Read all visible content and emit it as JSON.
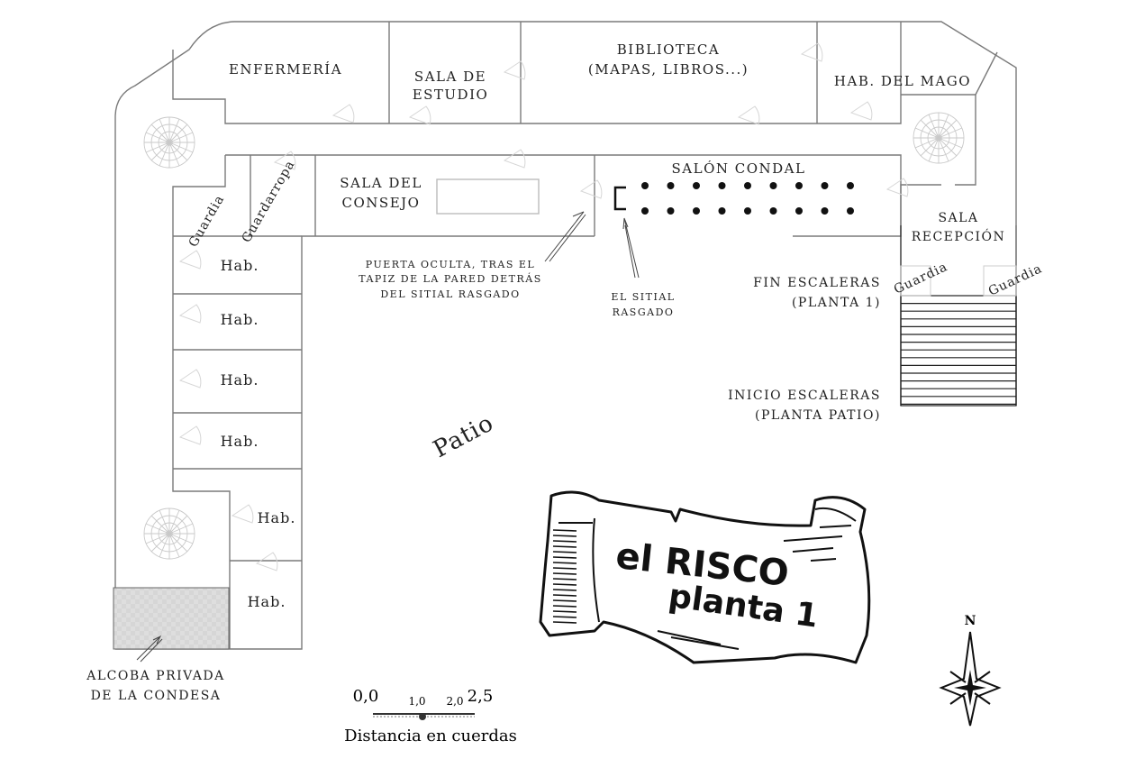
{
  "map": {
    "title_line1": "el RISCO",
    "title_line2": "planta 1",
    "rooms": {
      "enfermeria": "ENFERMERÍA",
      "sala_estudio_1": "SALA DE",
      "sala_estudio_2": "ESTUDIO",
      "biblioteca_1": "BIBLIOTECA",
      "biblioteca_2": "(MAPAS, LIBROS...)",
      "hab_mago": "HAB. DEL MAGO",
      "sala_consejo_1": "SALA DEL",
      "sala_consejo_2": "CONSEJO",
      "salon_condal": "SALÓN CONDAL",
      "sala_recepcion_1": "SALA",
      "sala_recepcion_2": "RECEPCIÓN",
      "guardia": "Guardia",
      "guardarropa": "Guardarropa",
      "hab": "Hab.",
      "patio": "Patio"
    },
    "annotations": {
      "puerta_oculta_1": "PUERTA OCULTA, TRAS EL",
      "puerta_oculta_2": "TAPIZ DE LA PARED DETRÁS",
      "puerta_oculta_3": "DEL SITIAL RASGADO",
      "sitial_1": "EL SITIAL",
      "sitial_2": "RASGADO",
      "fin_escaleras_1": "FIN ESCALERAS",
      "fin_escaleras_2": "(PLANTA 1)",
      "inicio_escaleras_1": "INICIO ESCALERAS",
      "inicio_escaleras_2": "(PLANTA PATIO)",
      "alcoba_1": "ALCOBA PRIVADA",
      "alcoba_2": "DE LA CONDESA"
    },
    "scale": {
      "tick_0": "0,0",
      "tick_1": "1,0",
      "tick_2": "2,0",
      "tick_3": "2,5",
      "caption": "Distancia en cuerdas"
    },
    "compass": {
      "north_label": "N",
      "icon": "compass-rose-icon"
    },
    "colors": {
      "wall": "#7a7a7a",
      "ink": "#111111",
      "alcoba_fill": "#d9d9d9",
      "background": "#ffffff"
    }
  }
}
